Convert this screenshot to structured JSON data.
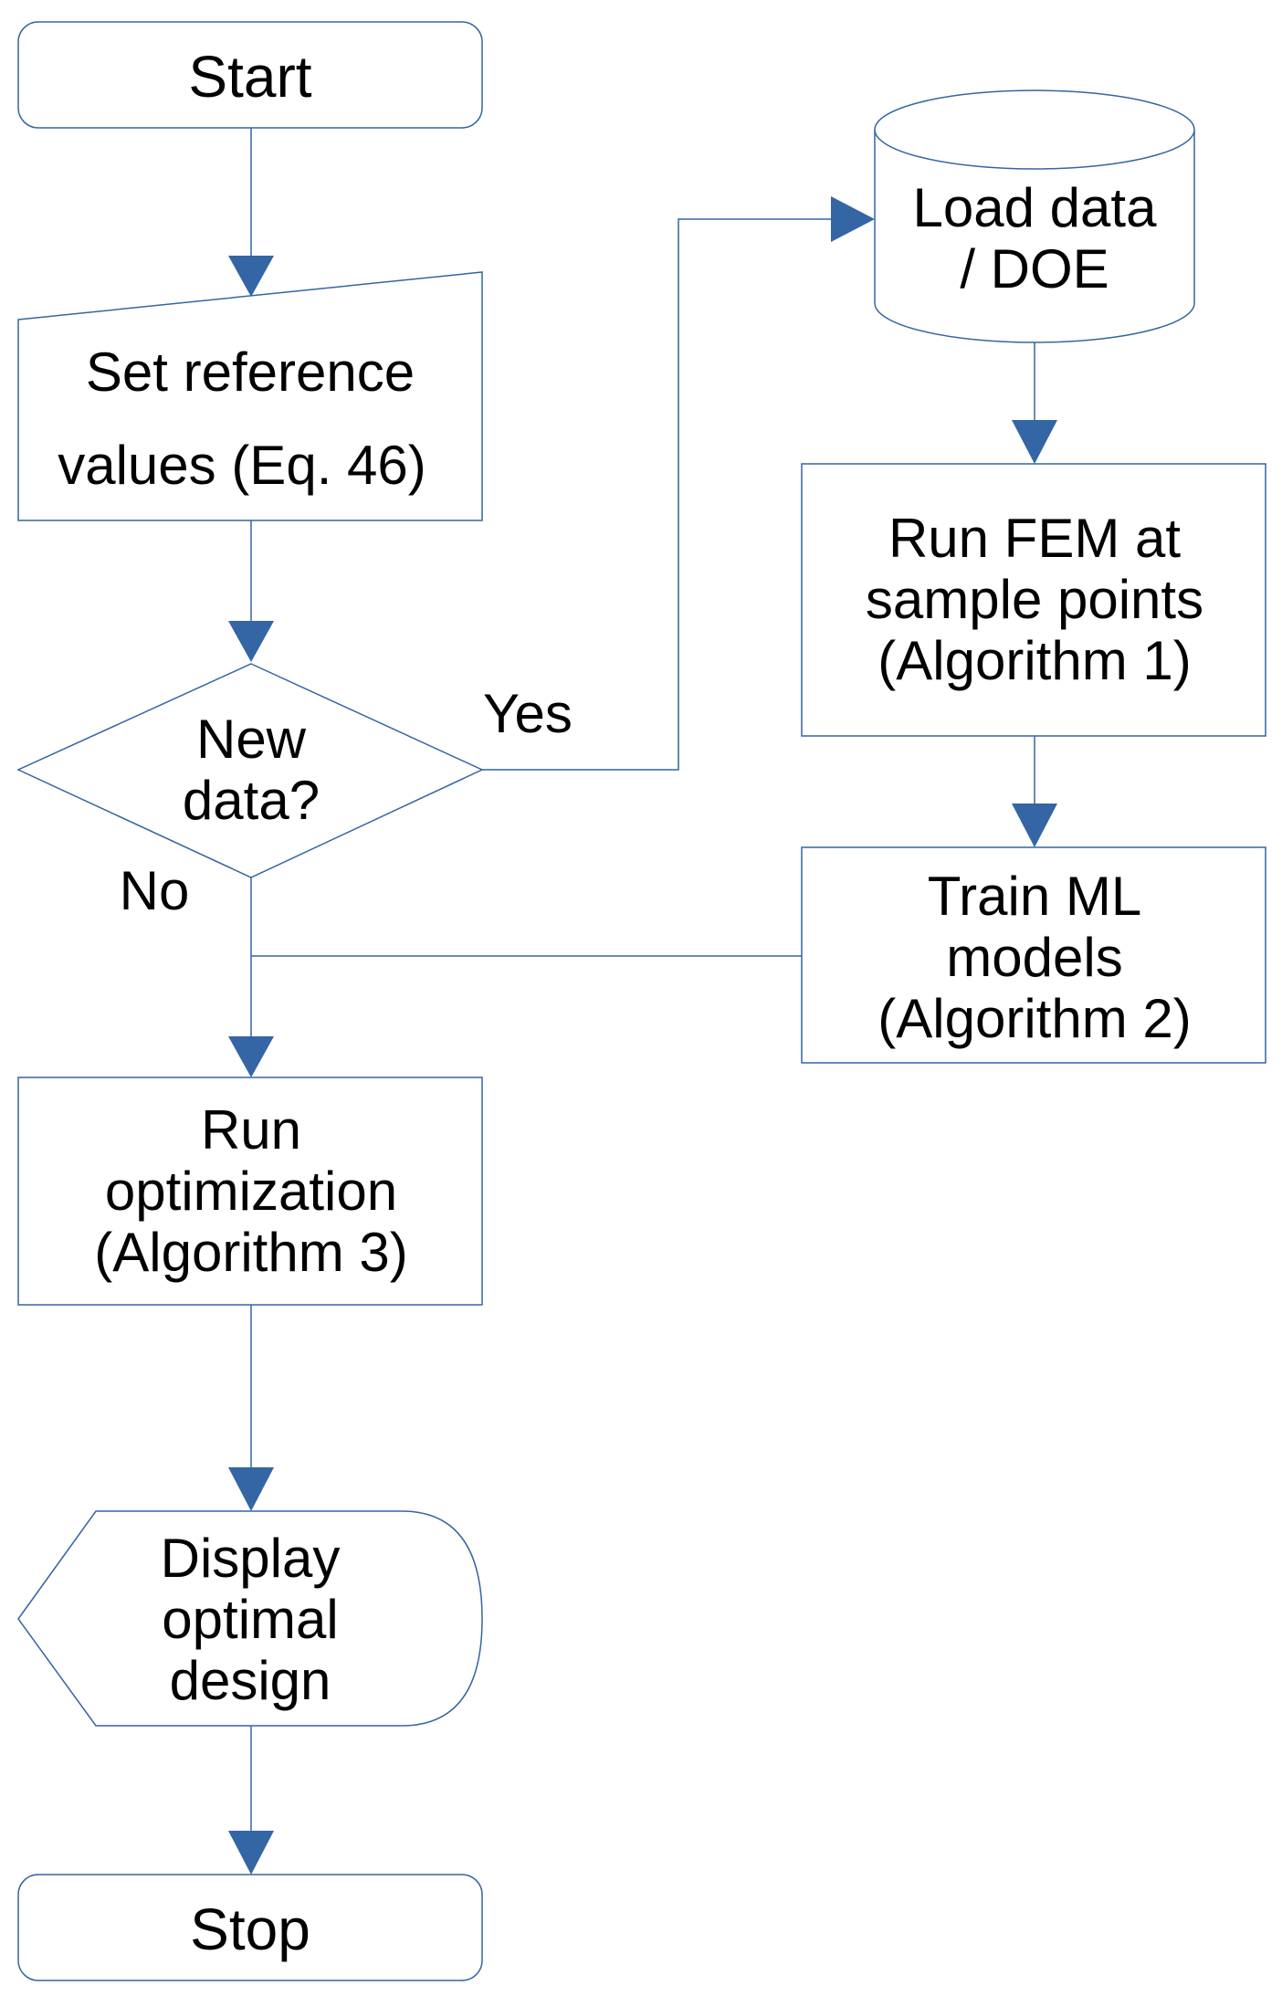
{
  "diagram": {
    "start_label": "Start",
    "set_reference": {
      "line1": "Set reference",
      "line2": "values (Eq. 46)"
    },
    "decision": {
      "line1": "New",
      "line2": "data?"
    },
    "yes_label": "Yes",
    "no_label": "No",
    "load_data": {
      "line1": "Load data",
      "line2": "/ DOE"
    },
    "run_fem": {
      "line1": "Run FEM at",
      "line2": "sample points",
      "line3": "(Algorithm 1)"
    },
    "train_ml": {
      "line1": "Train ML",
      "line2": "models",
      "line3": "(Algorithm 2)"
    },
    "run_opt": {
      "line1": "Run",
      "line2": "optimization",
      "line3": "(Algorithm 3)"
    },
    "display": {
      "line1": "Display",
      "line2": "optimal",
      "line3": "design"
    },
    "stop_label": "Stop",
    "colors": {
      "stroke": "#3465a4",
      "arrow": "#3465a4",
      "text": "#000000",
      "background": "#ffffff"
    }
  }
}
